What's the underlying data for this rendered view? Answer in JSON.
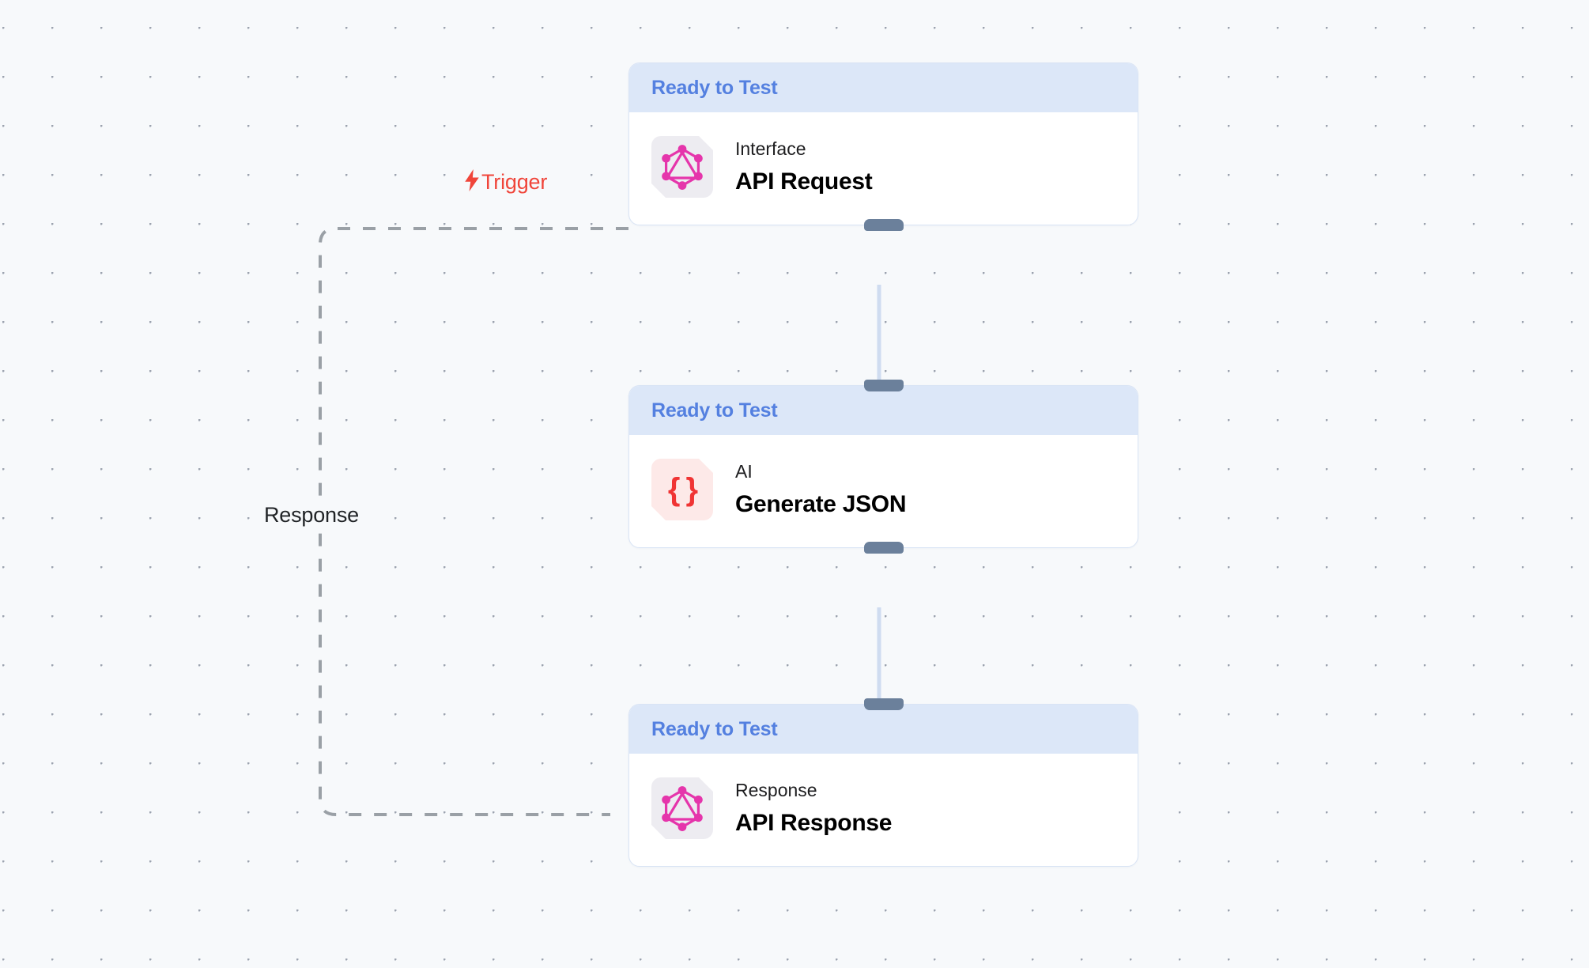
{
  "canvas": {
    "background_color": "#f7f9fb",
    "dot_color": "#9ca3af"
  },
  "theme": {
    "header_bg": "#dce7f8",
    "header_text": "#5480e0",
    "card_bg": "#ffffff",
    "card_border": "#d9e4f5",
    "handle_color": "#6b809b",
    "solid_edge_color": "#cfdcf0",
    "dashed_edge_color": "#9aa0a6",
    "trigger_color": "#f0453a",
    "graphql_icon_color": "#e535ab",
    "graphql_icon_bg": "#edecf1",
    "json_icon_color": "#f03434",
    "json_icon_bg": "#fde9e8"
  },
  "nodes": [
    {
      "id": "api-request",
      "status": "Ready to Test",
      "subtitle": "Interface",
      "title": "API Request",
      "icon": "graphql-icon"
    },
    {
      "id": "generate-json",
      "status": "Ready to Test",
      "subtitle": "AI",
      "title": "Generate JSON",
      "icon": "json-braces-icon",
      "icon_glyph": "{ }"
    },
    {
      "id": "api-response",
      "status": "Ready to Test",
      "subtitle": "Response",
      "title": "API Response",
      "icon": "graphql-icon"
    }
  ],
  "edges": [
    {
      "id": "trigger-edge",
      "label": "Trigger",
      "icon": "lightning-bolt-icon",
      "icon_glyph": "⚡",
      "style": "dashed",
      "color": "#f0453a",
      "from": "canvas-entry",
      "to": "api-request"
    },
    {
      "id": "request-to-json",
      "label": "",
      "style": "solid",
      "from": "api-request",
      "to": "generate-json"
    },
    {
      "id": "json-to-response",
      "label": "",
      "style": "solid",
      "from": "generate-json",
      "to": "api-response"
    },
    {
      "id": "response-edge",
      "label": "Response",
      "style": "dashed",
      "color": "#212427",
      "from": "api-response",
      "to": "canvas-exit"
    }
  ]
}
